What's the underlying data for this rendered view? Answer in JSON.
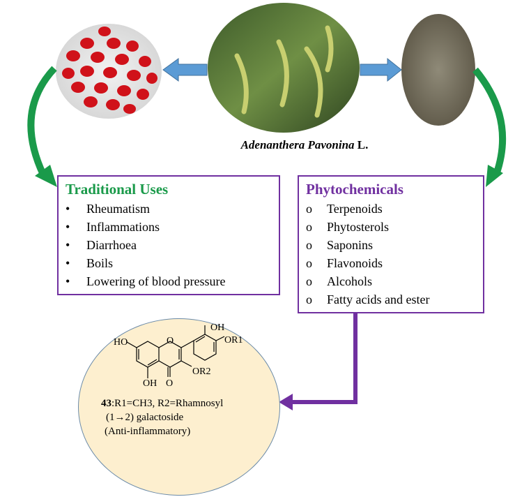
{
  "plant_name": "Adenanthera Pavonina",
  "plant_author": "L.",
  "traditional_uses": {
    "title": "Traditional Uses",
    "marker": "•",
    "items": [
      "Rheumatism",
      "Inflammations",
      "Diarrhoea",
      "Boils",
      "Lowering of blood pressure"
    ]
  },
  "phytochemicals": {
    "title": "Phytochemicals",
    "marker": "o",
    "items": [
      "Terpenoids",
      "Phytosterols",
      "Saponins",
      "Flavonoids",
      "Alcohols",
      "Fatty acids and ester"
    ]
  },
  "compound": {
    "labels": {
      "oh_top": "OH",
      "or1": "OR1",
      "ho": "HO",
      "o_ring": "O",
      "or2": "OR2",
      "oh_bottom": "OH",
      "o_keto": "O"
    },
    "number": "43",
    "line1": ":R1=CH3,  R2=Rhamnosyl",
    "line2": "(1→2) galactoside",
    "line3": "(Anti-inflammatory)"
  },
  "colors": {
    "green": "#1a9a4a",
    "purple": "#7030a0",
    "blue_arrow": "#5b9bd5"
  }
}
